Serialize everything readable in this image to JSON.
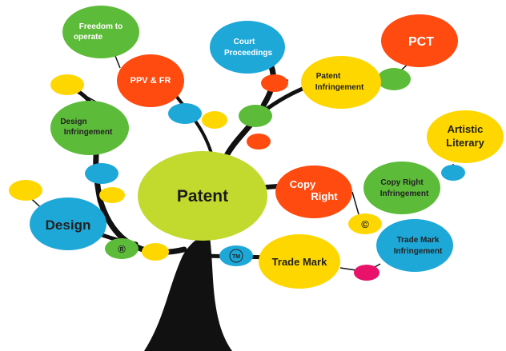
{
  "colors": {
    "trunk": "#111111",
    "yellow": "#FFD700",
    "green": "#5DBB3A",
    "light_green": "#C2DA2E",
    "orange": "#FF4A10",
    "blue": "#1EA8D8",
    "pink": "#E8126A"
  },
  "nodes": {
    "freedom": {
      "line1": "Freedom to",
      "line2": "operate"
    },
    "ppv": {
      "label": "PPV & FR"
    },
    "court": {
      "line1": "Court",
      "line2": "Proceedings"
    },
    "pct": {
      "label": "PCT"
    },
    "patent_inf": {
      "line1": "Patent",
      "line2": "Infringement"
    },
    "design_inf": {
      "line1": "Design",
      "line2": "Infringement"
    },
    "artistic": {
      "line1": "Artistic",
      "line2": "Literary"
    },
    "patent": {
      "label": "Patent"
    },
    "copy_right": {
      "line1": "Copy",
      "line2": "Right"
    },
    "copyright_inf": {
      "line1": "Copy Right",
      "line2": "Infringement"
    },
    "design": {
      "label": "Design"
    },
    "copyright_symbol": {
      "label": "©"
    },
    "registered_symbol": {
      "label": "®"
    },
    "trademark_symbol": {
      "label": "TM"
    },
    "trade_mark": {
      "label": "Trade Mark"
    },
    "trademark_inf": {
      "line1": "Trade Mark",
      "line2": "Infringement"
    }
  }
}
